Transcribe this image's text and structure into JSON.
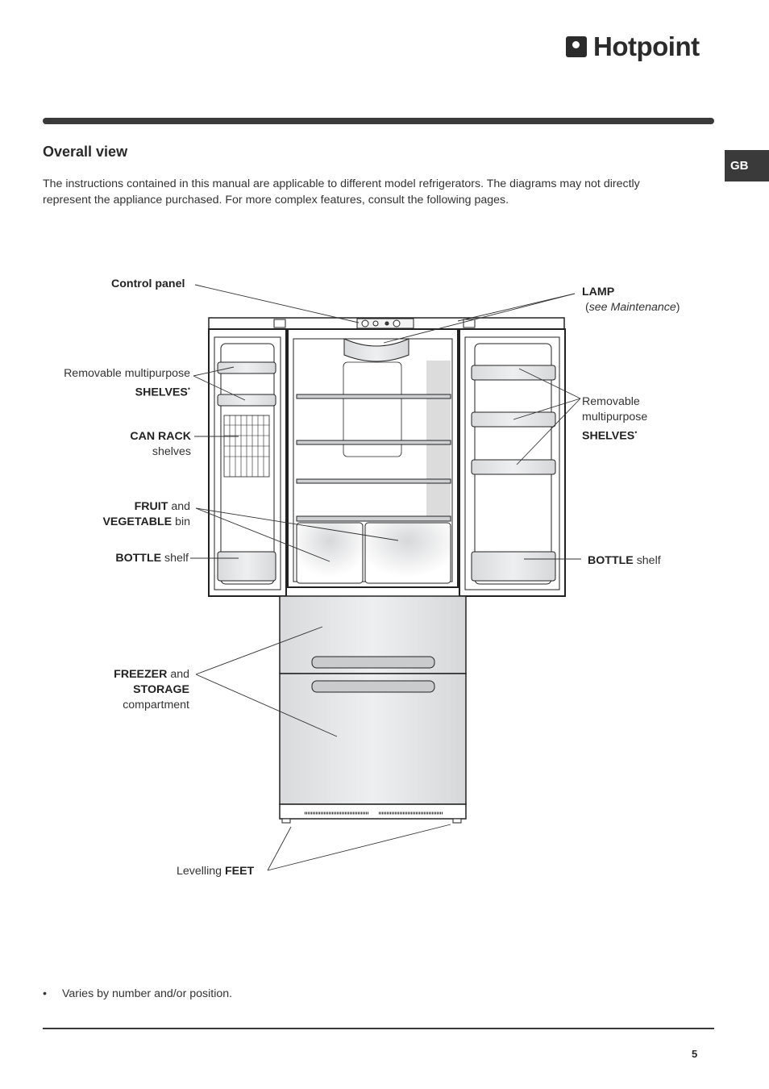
{
  "brand": {
    "name": "Hotpoint"
  },
  "language_tab": "GB",
  "section": {
    "title": "Overall view",
    "intro": "The instructions contained in this manual are applicable to different model refrigerators. The diagrams may not directly represent the appliance purchased. For more complex features, consult the following pages."
  },
  "diagram_labels": {
    "control_panel": "Control panel",
    "lamp": "LAMP",
    "lamp_note_open": "(",
    "lamp_note": "see Maintenance",
    "lamp_note_close": ")",
    "left_shelves_prefix": "Removable multipurpose",
    "left_shelves_bold": "SHELVES",
    "marker": "•",
    "can_rack_bold": "CAN RACK",
    "can_rack_suffix": "shelves",
    "fruit_bold": "FRUIT",
    "fruit_and": " and",
    "vegetable_bold": "VEGETABLE",
    "vegetable_suffix": " bin",
    "bottle_left_bold": "BOTTLE",
    "bottle_left_suffix": " shelf",
    "right_shelves_line1": "Removable",
    "right_shelves_line2": "multipurpose",
    "right_shelves_bold": "SHELVES",
    "bottle_right_bold": "BOTTLE",
    "bottle_right_suffix": " shelf",
    "freezer_bold": "FREEZER",
    "freezer_and": " and",
    "storage_bold": "STORAGE",
    "compartment": "compartment",
    "levelling_prefix": "Levelling ",
    "feet_bold": "FEET"
  },
  "footnote": {
    "marker": "•",
    "text": "Varies by number and/or position."
  },
  "page_number": "5"
}
